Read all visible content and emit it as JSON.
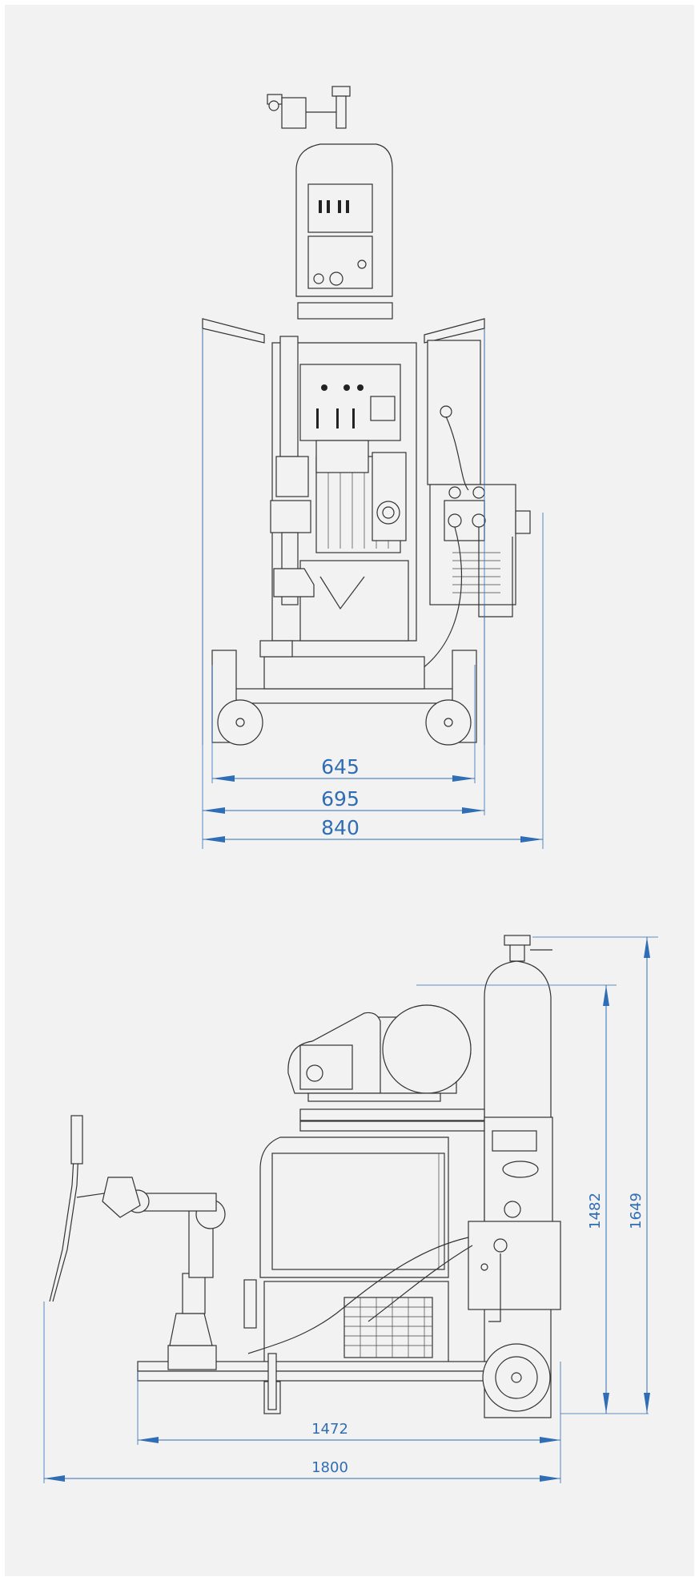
{
  "front_view": {
    "dimensions": [
      "645",
      "695",
      "840"
    ]
  },
  "side_view": {
    "dimensions_horizontal": [
      "1472",
      "1800"
    ],
    "dimensions_vertical": [
      "1482",
      "1649"
    ]
  },
  "colors": {
    "background": "#f2f2f2",
    "dimension": "#2f6db5",
    "drawing_line": "#333333"
  }
}
